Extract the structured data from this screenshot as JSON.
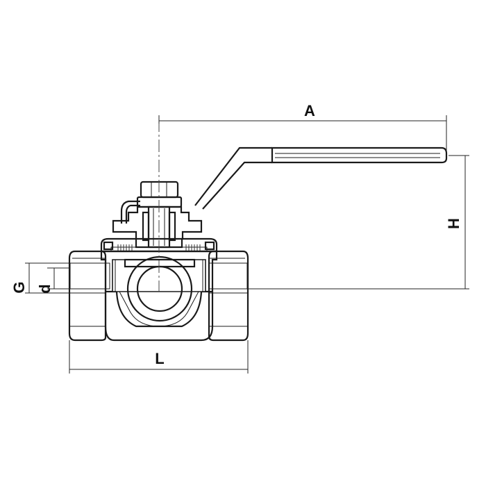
{
  "diagram": {
    "labels": {
      "A": "A",
      "H": "H",
      "L": "L",
      "G": "G",
      "d": "d"
    },
    "colors": {
      "body_light": "#f2f2f2",
      "body_mid": "#d9d9d9",
      "body_dark": "#b5b5b5",
      "line": "#1a1a1a"
    }
  }
}
